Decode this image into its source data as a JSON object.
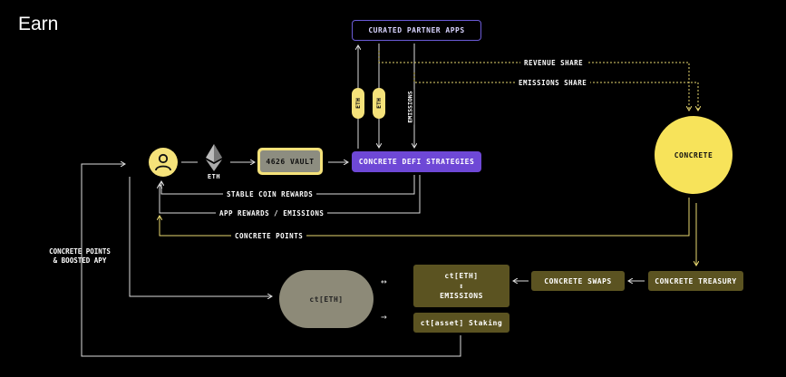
{
  "title": "Earn",
  "nodes": {
    "partner_apps": "CURATED PARTNER APPS",
    "defi_strategies": "CONCRETE DEFI STRATEGIES",
    "vault": "4626 VAULT",
    "eth_label": "ETH",
    "concrete": "CONCRETE",
    "concrete_swaps": "CONCRETE SWAPS",
    "concrete_treasury": "CONCRETE TREASURY",
    "ct_eth_box_top": "ct[ETH]",
    "ct_eth_box_arrow": "↕",
    "ct_eth_box_bottom": "EMISSIONS",
    "ct_asset_staking": "ct[asset] Staking",
    "ct_eth_pill": "ct[ETH]"
  },
  "edge_labels": {
    "revenue_share": "REVENUE SHARE",
    "emissions_share": "EMISSIONS SHARE",
    "stable_coin_rewards": "STABLE COIN REWARDS",
    "app_rewards": "APP REWARDS / EMISSIONS",
    "concrete_points": "CONCRETE POINTS",
    "eth_pill_1": "ETH",
    "eth_pill_2": "ETH",
    "emissions_vertical": "EMISSIONS",
    "side_label": "CONCRETE POINTS & BOOSTED APY"
  },
  "colors": {
    "accent_yellow": "#f5e27a",
    "purple": "#6e48d6",
    "olive": "#5b5321",
    "gray_pill": "#8d8a78"
  }
}
